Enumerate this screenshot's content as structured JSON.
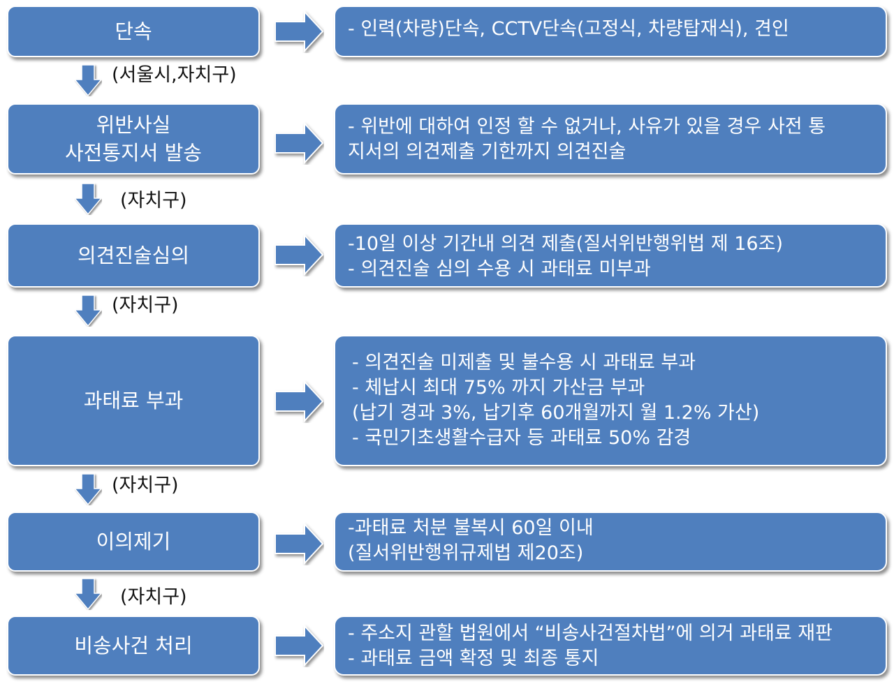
{
  "steps": [
    {
      "lines": [
        "단속"
      ]
    },
    {
      "lines": [
        "위반사실",
        "사전통지서 발송"
      ]
    },
    {
      "lines": [
        "의견진술심의"
      ]
    },
    {
      "lines": [
        "과태료 부과"
      ]
    },
    {
      "lines": [
        "이의제기"
      ]
    },
    {
      "lines": [
        "비송사건 처리"
      ]
    }
  ],
  "descriptions": [
    {
      "lines": [
        "- 인력(차량)단속, CCTV단속(고정식, 차량탑재식), 견인"
      ]
    },
    {
      "lines": [
        "- 위반에 대하여 인정 할 수 없거나, 사유가 있을 경우 사전 통",
        "지서의 의견제출 기한까지 의견진술"
      ]
    },
    {
      "lines": [
        "-10일 이상 기간내 의견 제출(질서위반행위법 제 16조)",
        "- 의견진술 심의 수용 시 과태료 미부과"
      ]
    },
    {
      "lines": [
        "- 의견진술 미제출 및 불수용 시 과태료 부과",
        "- 체납시 최대 75% 까지 가산금 부과",
        "(납기 경과 3%, 납기후 60개월까지 월 1.2% 가산)",
        "- 국민기초생활수급자   등  과태료 50% 감경"
      ]
    },
    {
      "lines": [
        "-과태료 처분 불복시 60일 이내",
        "(질서위반행위규제법 제20조)"
      ]
    },
    {
      "lines": [
        "- 주소지 관할 법원에서 “비송사건절차법”에 의거 과태료 재판",
        "- 과태료 금액 확정 및 최종 통지"
      ]
    }
  ],
  "transitions": [
    {
      "label": "(서울시,자치구)"
    },
    {
      "label": "(자치구)"
    },
    {
      "label": "(자치구)"
    },
    {
      "label": "(자치구)"
    },
    {
      "label": "(자치구)"
    }
  ],
  "colors": {
    "box_fill": "#4f7fbe",
    "box_border": "#ffffff",
    "text_on_box": "#ffffff",
    "arrow_fill": "#4f7fbe",
    "label_text": "#111111"
  }
}
